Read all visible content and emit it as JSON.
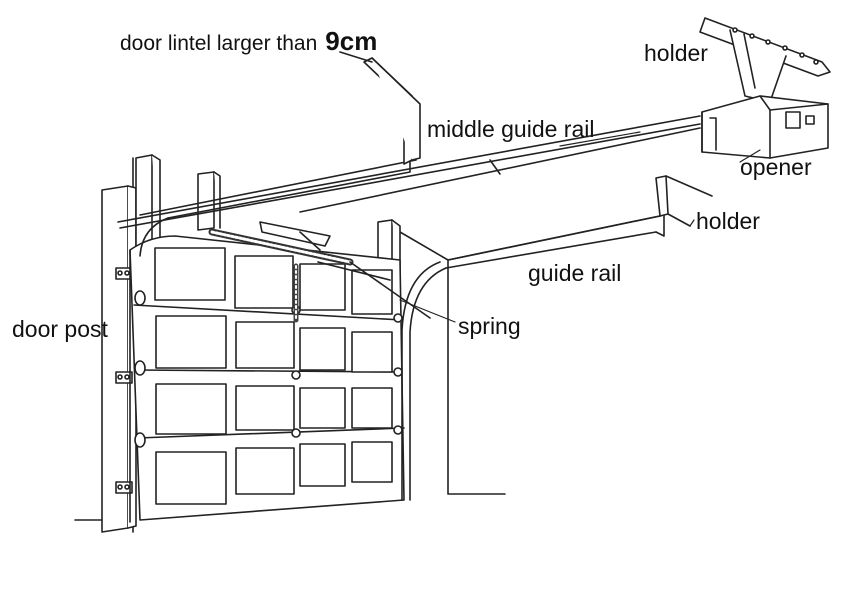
{
  "labels": {
    "door_lintel_text": "door lintel larger than",
    "door_lintel_value": "9cm",
    "holder_top": "holder",
    "middle_guide_rail": "middle guide rail",
    "opener": "opener",
    "holder_right": "holder",
    "guide_rail": "guide rail",
    "spring": "spring",
    "door_post": "door post"
  },
  "door": {
    "panel_rows": 4,
    "panel_columns": 4
  }
}
